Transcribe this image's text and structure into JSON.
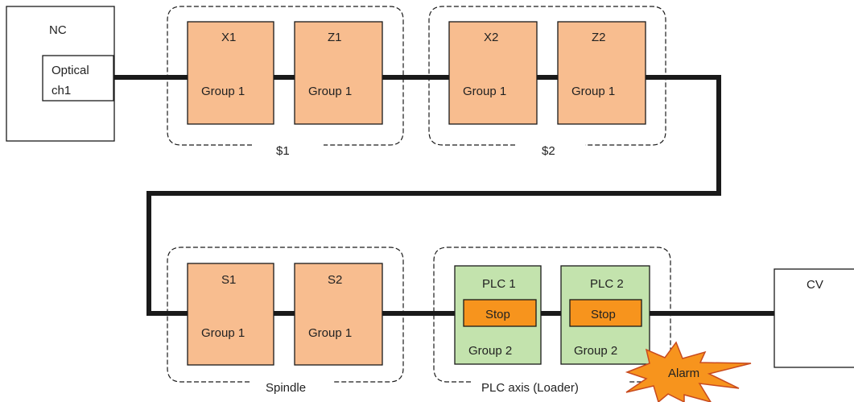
{
  "nc": {
    "title": "NC",
    "port_line1": "Optical",
    "port_line2": "ch1"
  },
  "cv": {
    "title": "CV"
  },
  "groups": {
    "s1": {
      "label": "$1"
    },
    "s2": {
      "label": "$2"
    },
    "spindle": {
      "label": "Spindle"
    },
    "plc": {
      "label": "PLC axis (Loader)"
    }
  },
  "axes": {
    "x1": {
      "name": "X1",
      "group": "Group 1"
    },
    "z1": {
      "name": "Z1",
      "group": "Group 1"
    },
    "x2": {
      "name": "X2",
      "group": "Group 1"
    },
    "z2": {
      "name": "Z2",
      "group": "Group 1"
    },
    "sp1": {
      "name": "S1",
      "group": "Group 1"
    },
    "sp2": {
      "name": "S2",
      "group": "Group 1"
    },
    "plc1": {
      "name": "PLC 1",
      "group": "Group 2",
      "status": "Stop"
    },
    "plc2": {
      "name": "PLC 2",
      "group": "Group 2",
      "status": "Stop"
    }
  },
  "alarm": {
    "label": "Alarm"
  },
  "colors": {
    "servo_fill": "#f8bd8f",
    "plc_fill": "#c3e3ad",
    "stop_fill": "#f7941d",
    "alarm_fill": "#f7941d",
    "line": "#1a1a1a"
  }
}
